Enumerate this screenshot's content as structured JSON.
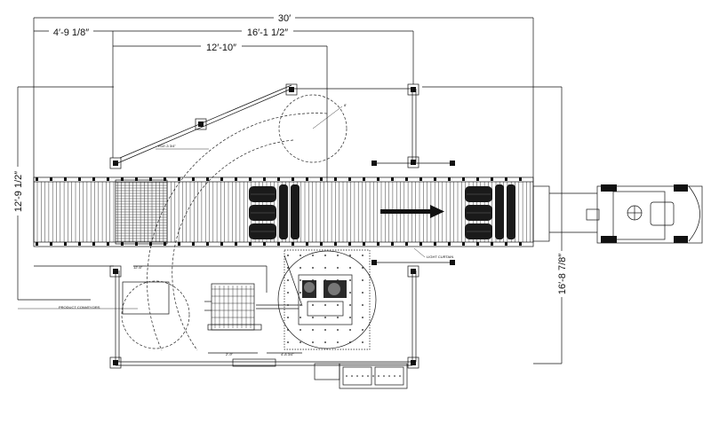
{
  "dimensions": {
    "overall_width": "30′",
    "left_offset": "4′-9 1/8″",
    "upper_span": "16′-1 1/2″",
    "mid_span": "12′-10″",
    "left_height": "12′-9 1/2″",
    "right_height": "16′-8 7/8″"
  },
  "labels": {
    "product_conveyors": "PRODUCT CONVEYORS",
    "light_curtain": "LIGHT CURTAIN",
    "radius_note": "R10'-3 3/4\"",
    "robot_reach": "8'"
  },
  "colors": {
    "line": "#111111",
    "fill": "#1a1a1a"
  }
}
